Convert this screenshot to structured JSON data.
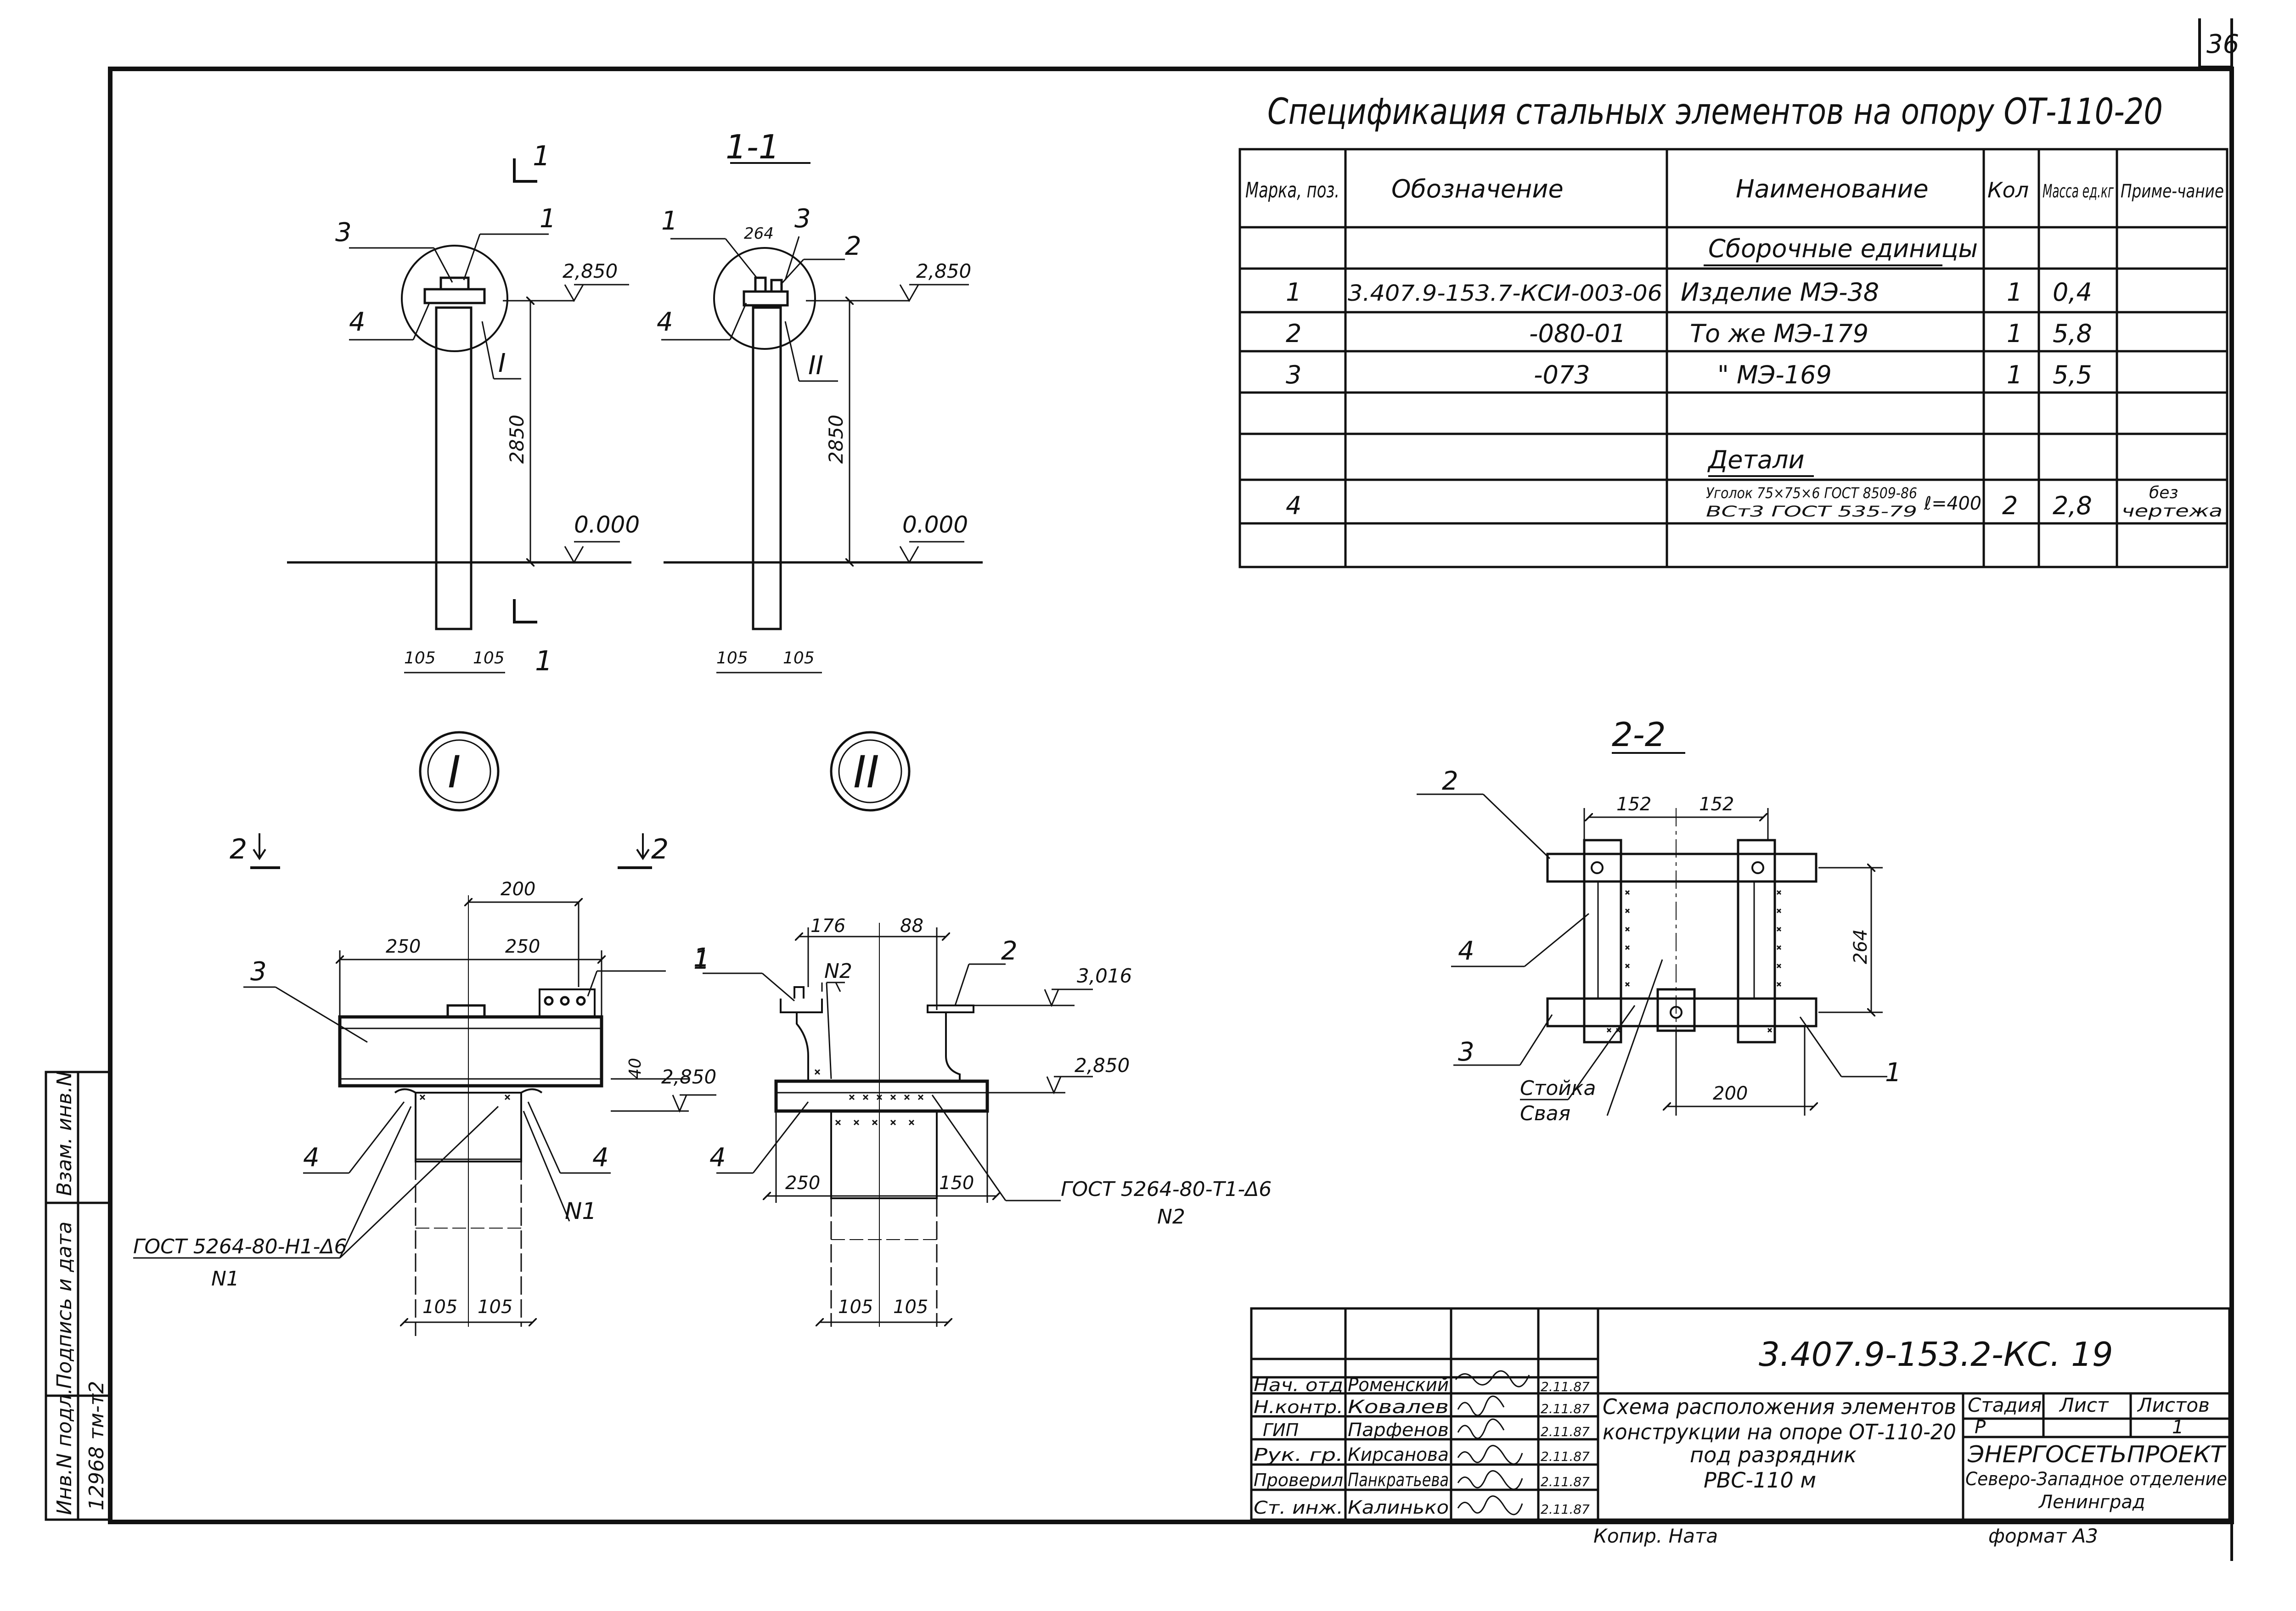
{
  "page": {
    "sheet_number": "36",
    "format": "формат А3",
    "copier": "Копир. Ната"
  },
  "spec": {
    "title": "Спецификация стальных элементов на опору ОТ-110-20",
    "headers": {
      "mark": "Марка, поз.",
      "designation": "Обозначение",
      "name": "Наименование",
      "qty": "Кол",
      "mass": "Масса ед.кг",
      "note": "Приме-чание"
    },
    "section_assemblies": "Сборочные единицы",
    "section_details": "Детали",
    "rows": [
      {
        "pos": "1",
        "designation": "3.407.9-153.7-КСИ-003-06",
        "name": "Изделие МЭ-38",
        "qty": "1",
        "mass": "0,4",
        "note": ""
      },
      {
        "pos": "2",
        "designation": "-080-01",
        "name": "То же МЭ-179",
        "qty": "1",
        "mass": "5,8",
        "note": ""
      },
      {
        "pos": "3",
        "designation": "-073",
        "name": "\" МЭ-169",
        "qty": "1",
        "mass": "5,5",
        "note": ""
      }
    ],
    "detail_row": {
      "pos": "4",
      "name_a": "Уголок 75×75×6 ГОСТ 8509-86",
      "name_b": "ВСт3 ГОСТ 535-79",
      "length": "ℓ=400",
      "qty": "2",
      "mass": "2,8",
      "note_a": "без",
      "note_b": "чертежа"
    }
  },
  "views": {
    "elev_left": {
      "mark3": "3",
      "mark1": "1",
      "mark4": "4",
      "detail": "I",
      "elev_top": "2,850",
      "height": "2850",
      "elev_ground": "0.000",
      "dim_a": "105",
      "dim_b": "105",
      "cut": "1"
    },
    "elev_right": {
      "title": "1-1",
      "mark1": "1",
      "dim264": "264",
      "mark3": "3",
      "mark2": "2",
      "mark4": "4",
      "detail": "II",
      "elev_top": "2,850",
      "height": "2850",
      "elev_ground": "0.000",
      "dim_a": "105",
      "dim_b": "105"
    },
    "circle1": "I",
    "circle2": "II",
    "section_mark": "2",
    "detailI": {
      "dim200": "200",
      "dim250a": "250",
      "dim250b": "250",
      "mark3": "3",
      "mark4a": "4",
      "mark4b": "4",
      "dim40": "40",
      "elev": "2,850",
      "weld": "ГОСТ 5264-80-Н1-Δ6",
      "weld_n": "N1",
      "n1": "N1",
      "dim105a": "105",
      "dim105b": "105"
    },
    "detailII": {
      "dim176": "176",
      "dim88": "88",
      "mark1": "1",
      "n2": "N2",
      "mark2": "2",
      "elev_top": "3,016",
      "elev": "2,850",
      "mark4": "4",
      "dim250": "250",
      "dim150": "150",
      "weld": "ГОСТ 5264-80-Т1-Δ6",
      "weld_n": "N2",
      "dim105a": "105",
      "dim105b": "105"
    },
    "section22": {
      "title": "2-2",
      "dim152a": "152",
      "dim152b": "152",
      "mark2": "2",
      "mark4": "4",
      "mark3": "3",
      "mark1": "1",
      "dim264": "264",
      "dim200": "200",
      "label_post": "Стойка",
      "label_pile": "Свая"
    }
  },
  "stamp": {
    "code": "3.407.9-153.2-КС. 19",
    "title_lines": [
      "Схема расположения элементов",
      "конструкции на опоре ОТ-110-20",
      "под разрядник",
      "РВС-110 м"
    ],
    "stage_header": "Стадия",
    "sheet_header": "Лист",
    "sheets_header": "Листов",
    "stage": "Р",
    "sheets": "1",
    "org": "ЭНЕРГОСЕТЬПРОЕКТ",
    "org_sub": "Северо-Западное отделение",
    "city": "Ленинград",
    "people": [
      {
        "role": "Нач. отд",
        "name": "Роменский",
        "date": "2.11.87"
      },
      {
        "role": "Н.контр.",
        "name": "Ковалев",
        "date": "2.11.87"
      },
      {
        "role": "ГИП",
        "name": "Парфенов",
        "date": "2.11.87"
      },
      {
        "role": "Рук. гр.",
        "name": "Кирсанова",
        "date": "2.11.87"
      },
      {
        "role": "Проверил",
        "name": "Панкратьева",
        "date": "2.11.87"
      },
      {
        "role": "Ст. инж.",
        "name": "Калинько",
        "date": "2.11.87"
      }
    ]
  },
  "side_stamp": {
    "inv_no": "Инв.N подл.",
    "sign_date": "Подпись и дата",
    "replace_inv": "Взам. инв.N",
    "inv_value": "12968 тм-т2"
  }
}
